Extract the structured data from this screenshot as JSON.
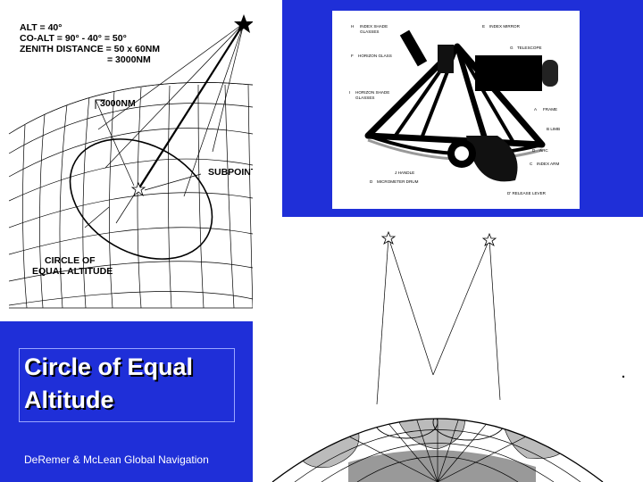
{
  "left_diagram": {
    "formula_lines": [
      "ALT = 40°",
      "CO-ALT = 90° - 40° = 50°",
      "ZENITH DISTANCE = 50 x 60NM",
      "= 3000NM"
    ],
    "distance_label": "3000NM",
    "subpoint_label": "SUBPOINT",
    "circle_label_lines": [
      "CIRCLE OF",
      "EQUAL ALTITUDE"
    ]
  },
  "sextant": {
    "labels": {
      "h": "H",
      "index_shade_glasses": [
        "INDEX SHADE",
        "GLASSES"
      ],
      "e": "E",
      "index_mirror": "INDEX MIRROR",
      "g": "G",
      "telescope": "TELESCOPE",
      "f": "F",
      "horizon_glass": "HORIZON GLASS",
      "i": "I",
      "horizon_shade_glasses": [
        "HORIZON SHADE",
        "GLASSES"
      ],
      "a": "A",
      "frame": "FRAME",
      "b_limb": "B LIMB",
      "d_arc": "D",
      "arc": "ARC",
      "c": "C",
      "index_arm": "INDEX ARM",
      "j_handle": "J HANDLE",
      "d_drum": "D",
      "micrometer_drum": "MICROMETER DRUM",
      "release_lever": "D' RELEASE LEVER"
    }
  },
  "title": {
    "line1": "Circle of Equal",
    "line2": "Altitude"
  },
  "credit": "DeRemer & McLean Global Navigation",
  "colors": {
    "panel_blue": "#1f2fd8",
    "text_white": "#ffffff"
  }
}
